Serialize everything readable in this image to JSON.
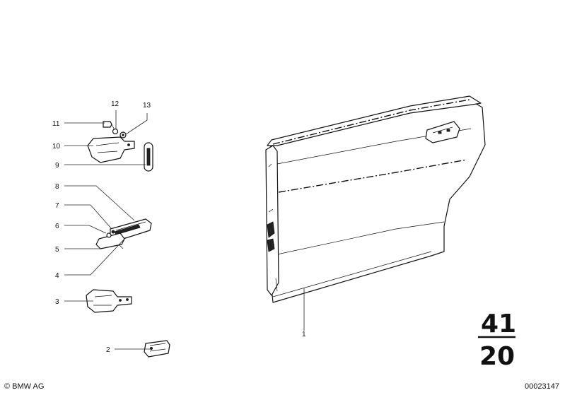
{
  "callouts": [
    "1",
    "2",
    "3",
    "4",
    "5",
    "6",
    "7",
    "8",
    "9",
    "10",
    "11",
    "12",
    "13"
  ],
  "group": {
    "main": "41",
    "sub": "20"
  },
  "footer": {
    "copyright": "© BMW AG",
    "image_id": "00023147"
  }
}
